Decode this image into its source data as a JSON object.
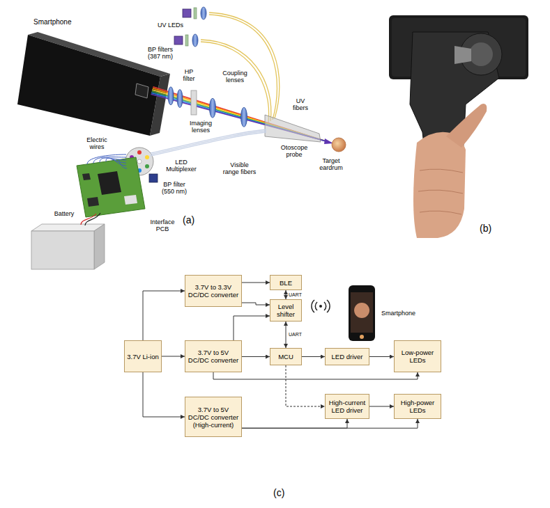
{
  "diagram": {
    "nodes": [
      {
        "text": [
          "3.7V to 3.3V DC/DC converter"
        ]
      },
      {
        "text": [
          "BLE"
        ]
      },
      {
        "text": [
          "Level shifter"
        ]
      },
      {
        "text": [
          "3.7V Li-ion"
        ]
      },
      {
        "text": [
          "3.7V to 5V DC/DC converter"
        ]
      },
      {
        "text": [
          "MCU"
        ]
      },
      {
        "text": [
          "LED driver"
        ]
      },
      {
        "text": [
          "Low-power LEDs"
        ]
      },
      {
        "text": [
          "3.7V to 5V DC/DC converter (High-current)"
        ]
      },
      {
        "text": [
          "High-current LED driver"
        ]
      },
      {
        "text": [
          "High-power LEDs"
        ]
      }
    ],
    "edges": [
      {
        "from": 3,
        "to": 0,
        "arrow": "to"
      },
      {
        "from": 3,
        "to": 4,
        "arrow": "to"
      },
      {
        "from": 3,
        "to": 8,
        "arrow": "to"
      },
      {
        "from": 0,
        "to": 1,
        "arrow": "to"
      },
      {
        "from": 0,
        "to": 2,
        "arrow": "to"
      },
      {
        "from": 4,
        "to": 5,
        "arrow": "to"
      },
      {
        "from": 4,
        "to": 2,
        "arrow": "to"
      },
      {
        "from": 4,
        "to": 7,
        "arrow": "to"
      },
      {
        "from": 5,
        "to": 6,
        "arrow": "to"
      },
      {
        "from": 6,
        "to": 7,
        "arrow": "to"
      },
      {
        "from": 5,
        "to": 9,
        "arrow": "to"
      },
      {
        "from": 8,
        "to": 9,
        "arrow": "to"
      },
      {
        "from": 8,
        "to": 10,
        "arrow": "to"
      },
      {
        "from": 9,
        "to": 10,
        "arrow": "to"
      },
      {
        "from": 1,
        "to": 2,
        "label": "UART",
        "arrow": "both"
      },
      {
        "from": 2,
        "to": 5,
        "label": "UART",
        "arrow": "both"
      }
    ],
    "labels": [
      "Smartphone",
      "UV LEDs",
      "BP filters (387 nm)",
      "Coupling lenses",
      "UV fibers",
      "HP filter",
      "Imaging lenses",
      "Electric wires",
      "BP filter (550 nm)",
      "LED Multiplexer",
      "Visible range fibers",
      "Otoscope probe",
      "Target eardrum",
      "Interface PCB",
      "Battery",
      "(a)",
      "(b)",
      "Smartphone",
      "(c)"
    ]
  }
}
